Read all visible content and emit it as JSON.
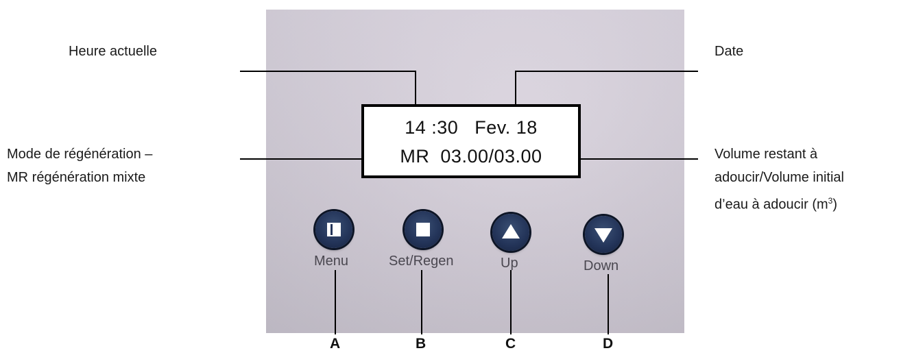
{
  "display": {
    "line1": "14 :30   Fev. 18",
    "line2": "MR  03.00/03.00"
  },
  "buttons": [
    {
      "label": "Menu",
      "letter": "A",
      "icon": "square-left-bar-icon"
    },
    {
      "label": "Set/Regen",
      "letter": "B",
      "icon": "square-icon"
    },
    {
      "label": "Up",
      "letter": "C",
      "icon": "triangle-up-icon"
    },
    {
      "label": "Down",
      "letter": "D",
      "icon": "triangle-down-icon"
    }
  ],
  "annotations": {
    "current_time": "Heure actuelle",
    "date": "Date",
    "regen_mode_line1": "Mode de régénération –",
    "regen_mode_line2": "MR régénération mixte",
    "volume_line1": "Volume restant à",
    "volume_line2": "adoucir/Volume initial",
    "volume_line3_prefix": "d’eau à adoucir (m",
    "volume_line3_sup": "3",
    "volume_line3_suffix": ")"
  },
  "colors": {
    "button": "#24355a",
    "panel": "#d3cdd8",
    "lines": "#000000"
  }
}
